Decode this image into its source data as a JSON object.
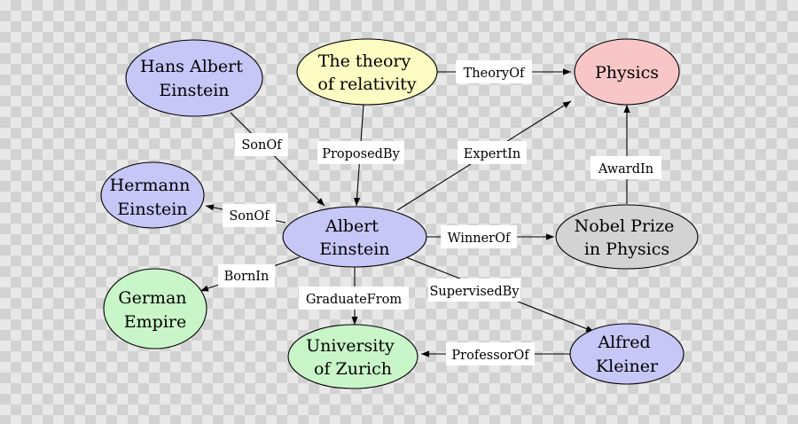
{
  "colors": {
    "person": "#c6c6f7",
    "theory": "#fdfdc3",
    "field": "#f8c6c6",
    "award": "#d3d3d3",
    "place": "#c9f6c9"
  },
  "nodes": {
    "hans": {
      "lines": [
        "Hans Albert",
        "Einstein"
      ]
    },
    "theory": {
      "lines": [
        "The theory",
        "of relativity"
      ]
    },
    "physics": {
      "lines": [
        "Physics"
      ]
    },
    "hermann": {
      "lines": [
        "Hermann",
        "Einstein"
      ]
    },
    "albert": {
      "lines": [
        "Albert",
        "Einstein"
      ]
    },
    "nobel": {
      "lines": [
        "Nobel Prize",
        "in Physics"
      ]
    },
    "german": {
      "lines": [
        "German",
        "Empire"
      ]
    },
    "zurich": {
      "lines": [
        "University",
        "of Zurich"
      ]
    },
    "kleiner": {
      "lines": [
        "Alfred",
        "Kleiner"
      ]
    }
  },
  "edges": {
    "theoryof": "TheoryOf",
    "sonof_hans": "SonOf",
    "proposedby": "ProposedBy",
    "expertin": "ExpertIn",
    "awardin": "AwardIn",
    "sonof_hermann": "SonOf",
    "winnerof": "WinnerOf",
    "bornin": "BornIn",
    "graduatefrom": "GraduateFrom",
    "supervisedby": "SupervisedBy",
    "professorof": "ProfessorOf"
  }
}
